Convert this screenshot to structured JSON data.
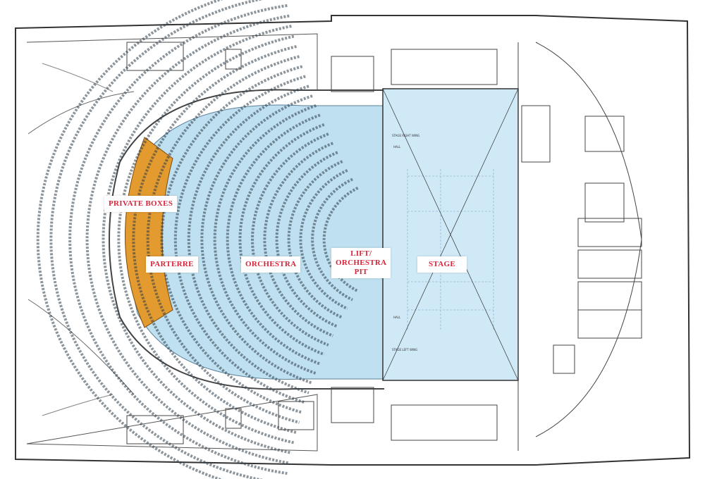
{
  "labels": {
    "private_boxes": "PRIVATE BOXES",
    "parterre": "PARTERRE",
    "orchestra": "ORCHESTRA",
    "lift_line1": "LIFT/",
    "lift_line2": "ORCHESTRA",
    "lift_line3": "PIT",
    "stage": "STAGE"
  },
  "small_labels": {
    "stage_right": "STAGE RIGHT WING",
    "stage_left": "STAGE LEFT WING",
    "hall_top": "HALL",
    "hall_bottom": "HALL"
  },
  "colors": {
    "seating": "#bfe0f0",
    "stage": "#cfe9f7",
    "private_boxes": "#e39a2f",
    "label_text": "#d6253a",
    "lines": "#333333"
  }
}
